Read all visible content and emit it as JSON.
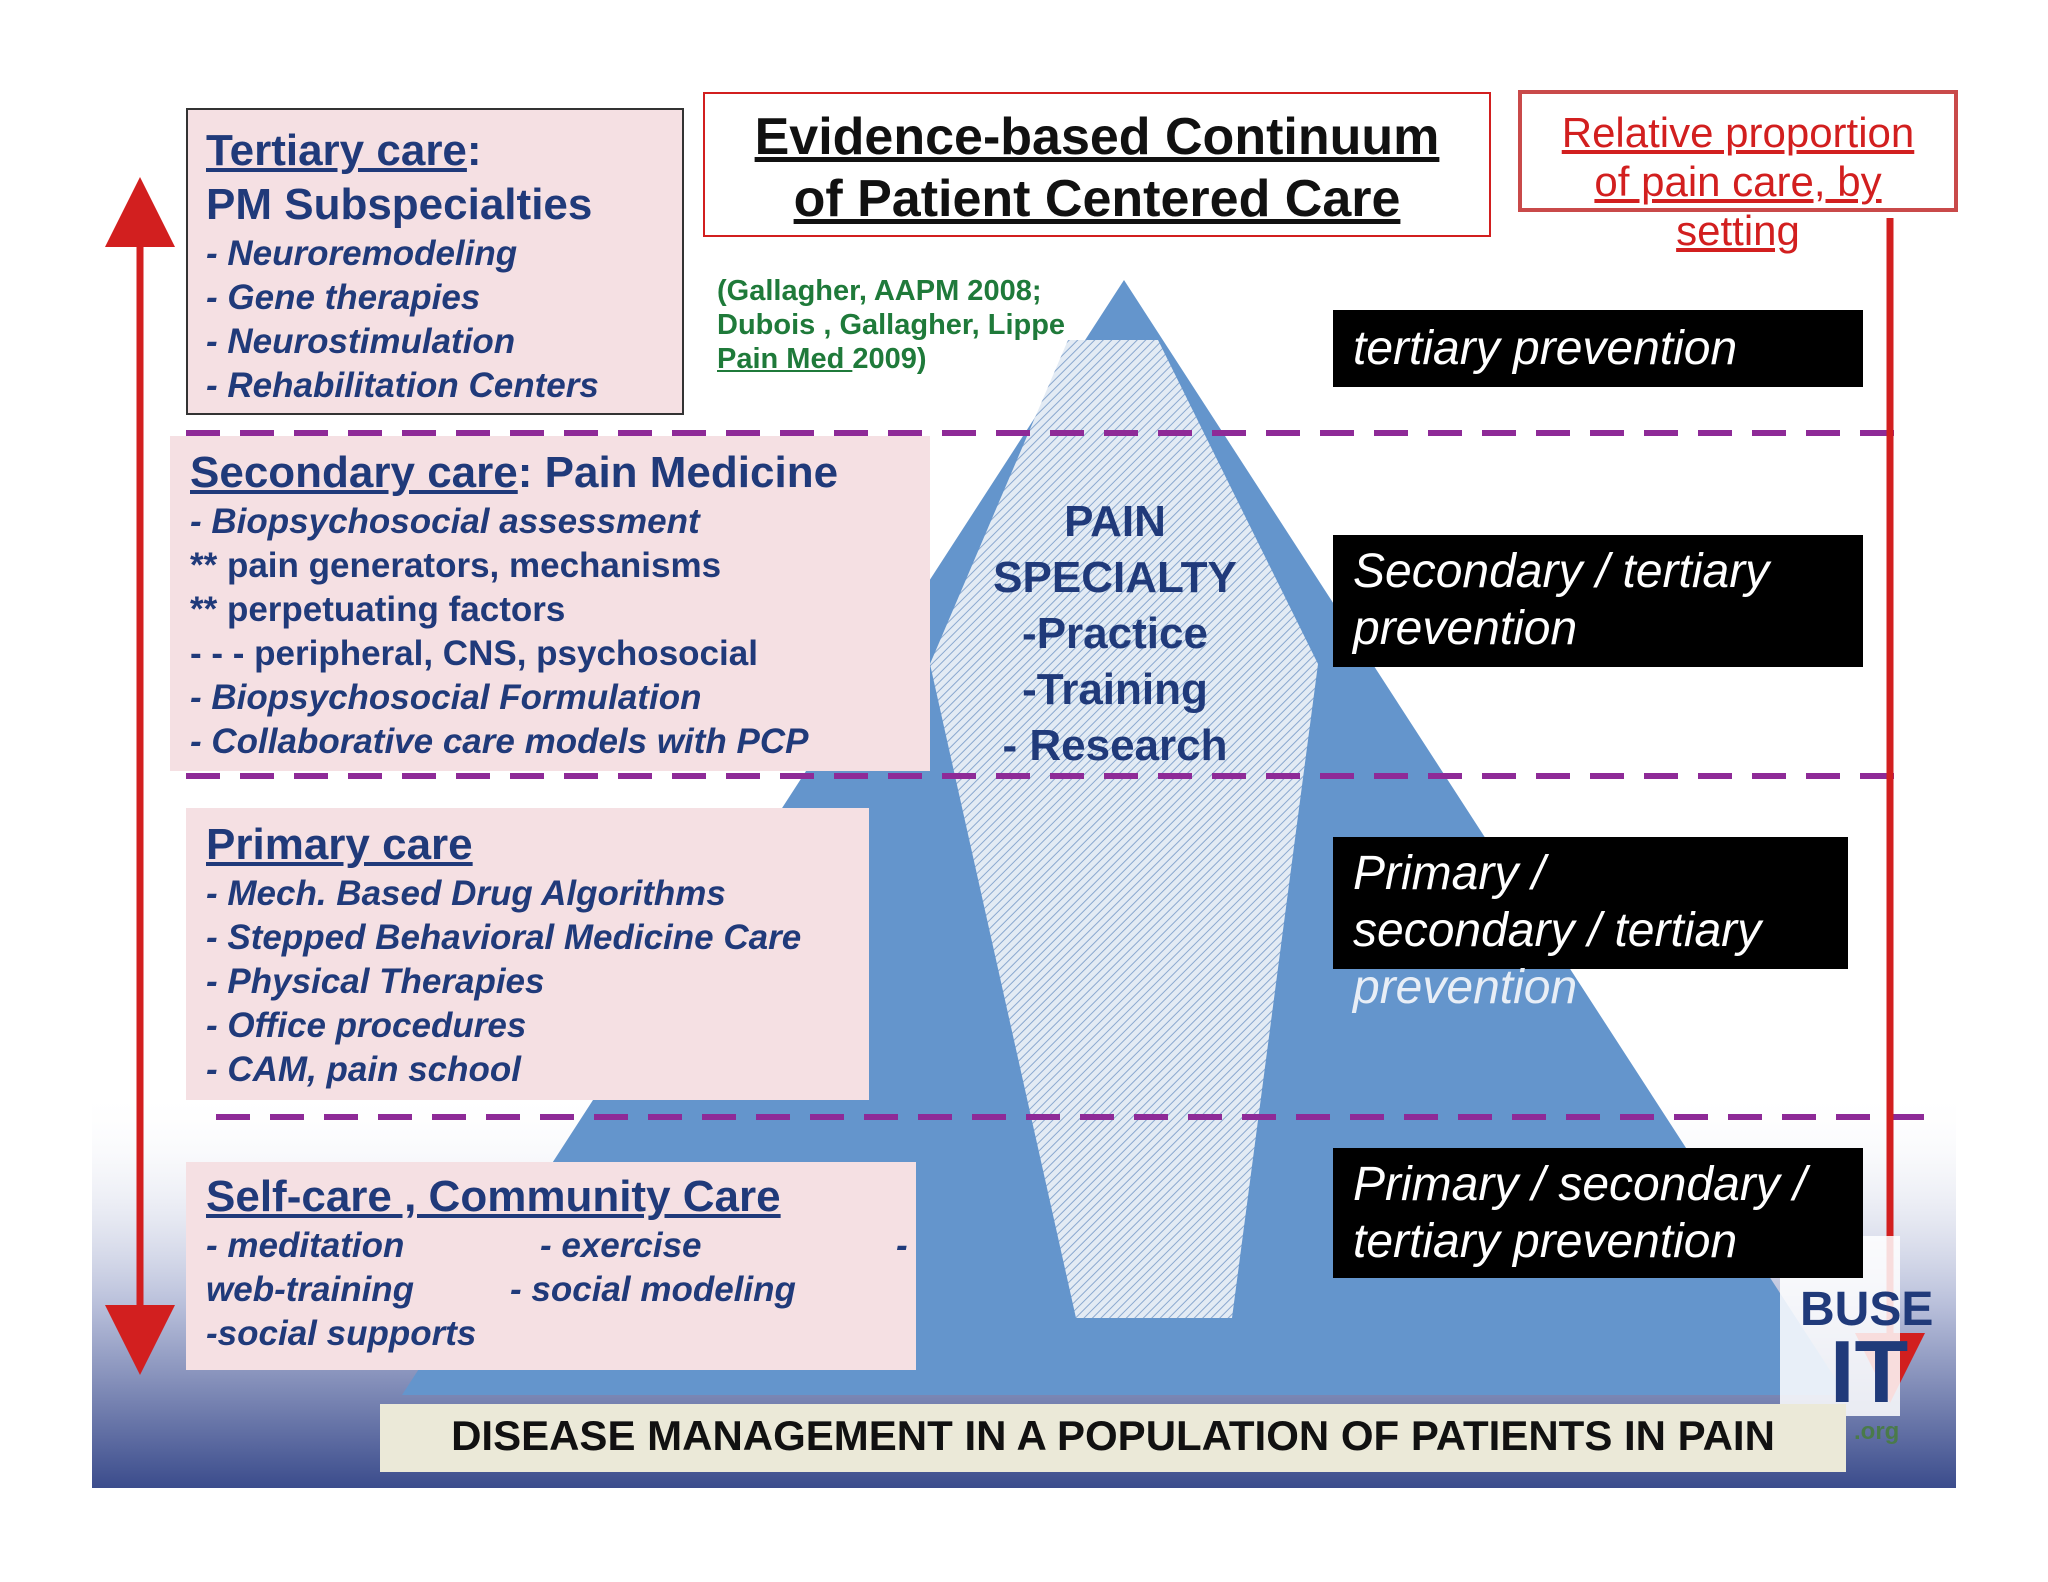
{
  "title": {
    "line1": "Evidence-based Continuum",
    "line2": "of Patient Centered Care"
  },
  "citation": {
    "line1": "(Gallagher, AAPM 2008;",
    "line2": "Dubois , Gallagher, Lippe",
    "link": "Pain Med ",
    "year": "2009)"
  },
  "relative_box": {
    "line1": "Relative proportion",
    "line2": "of pain care, by",
    "line3": "setting"
  },
  "tertiary": {
    "head_ul": "Tertiary care",
    "head_rest": ":",
    "head2": "PM Subspecialties",
    "items": [
      "- Neuroremodeling",
      "- Gene therapies",
      "- Neurostimulation",
      "- Rehabilitation Centers"
    ]
  },
  "secondary": {
    "head_ul": "Secondary care",
    "head_rest": ": Pain Medicine",
    "items": [
      "- Biopsychosocial assessment",
      "** pain generators, mechanisms",
      "** perpetuating factors",
      "- - - peripheral, CNS, psychosocial",
      "- Biopsychosocial Formulation",
      "- Collaborative care models with PCP"
    ]
  },
  "primary": {
    "head_ul": "Primary care",
    "items": [
      "- Mech. Based Drug Algorithms",
      "- Stepped Behavioral Medicine Care",
      "- Physical Therapies",
      "- Office procedures",
      "- CAM, pain school"
    ]
  },
  "selfcare": {
    "head_ul": "Self-care , Community Care",
    "row1a": "- meditation",
    "row1b": "- exercise",
    "row1c": "-",
    "row2a": "web-training",
    "row2b": "- social modeling",
    "row3": "-social supports"
  },
  "specialty": {
    "lines": [
      "PAIN",
      "SPECIALTY",
      "-Practice",
      "-Training",
      "- Research"
    ]
  },
  "prevention": {
    "p1": [
      "tertiary prevention"
    ],
    "p2": [
      "Secondary / tertiary",
      "prevention"
    ],
    "p3": [
      "Primary /",
      "secondary /  tertiary",
      "prevention"
    ],
    "p4": [
      "Primary / secondary /",
      "tertiary prevention"
    ]
  },
  "bottom_label": "DISEASE MANAGEMENT IN A POPULATION OF PATIENTS IN PAIN",
  "logo_fragments": {
    "a": "BUSE",
    "b": "IT",
    "c": ".org"
  },
  "colors": {
    "pyramid": "#6495cc",
    "dash": "#8e2a97",
    "arrow": "#d21f1f",
    "pink": "#f5e0e3",
    "navy": "#203a7a"
  }
}
